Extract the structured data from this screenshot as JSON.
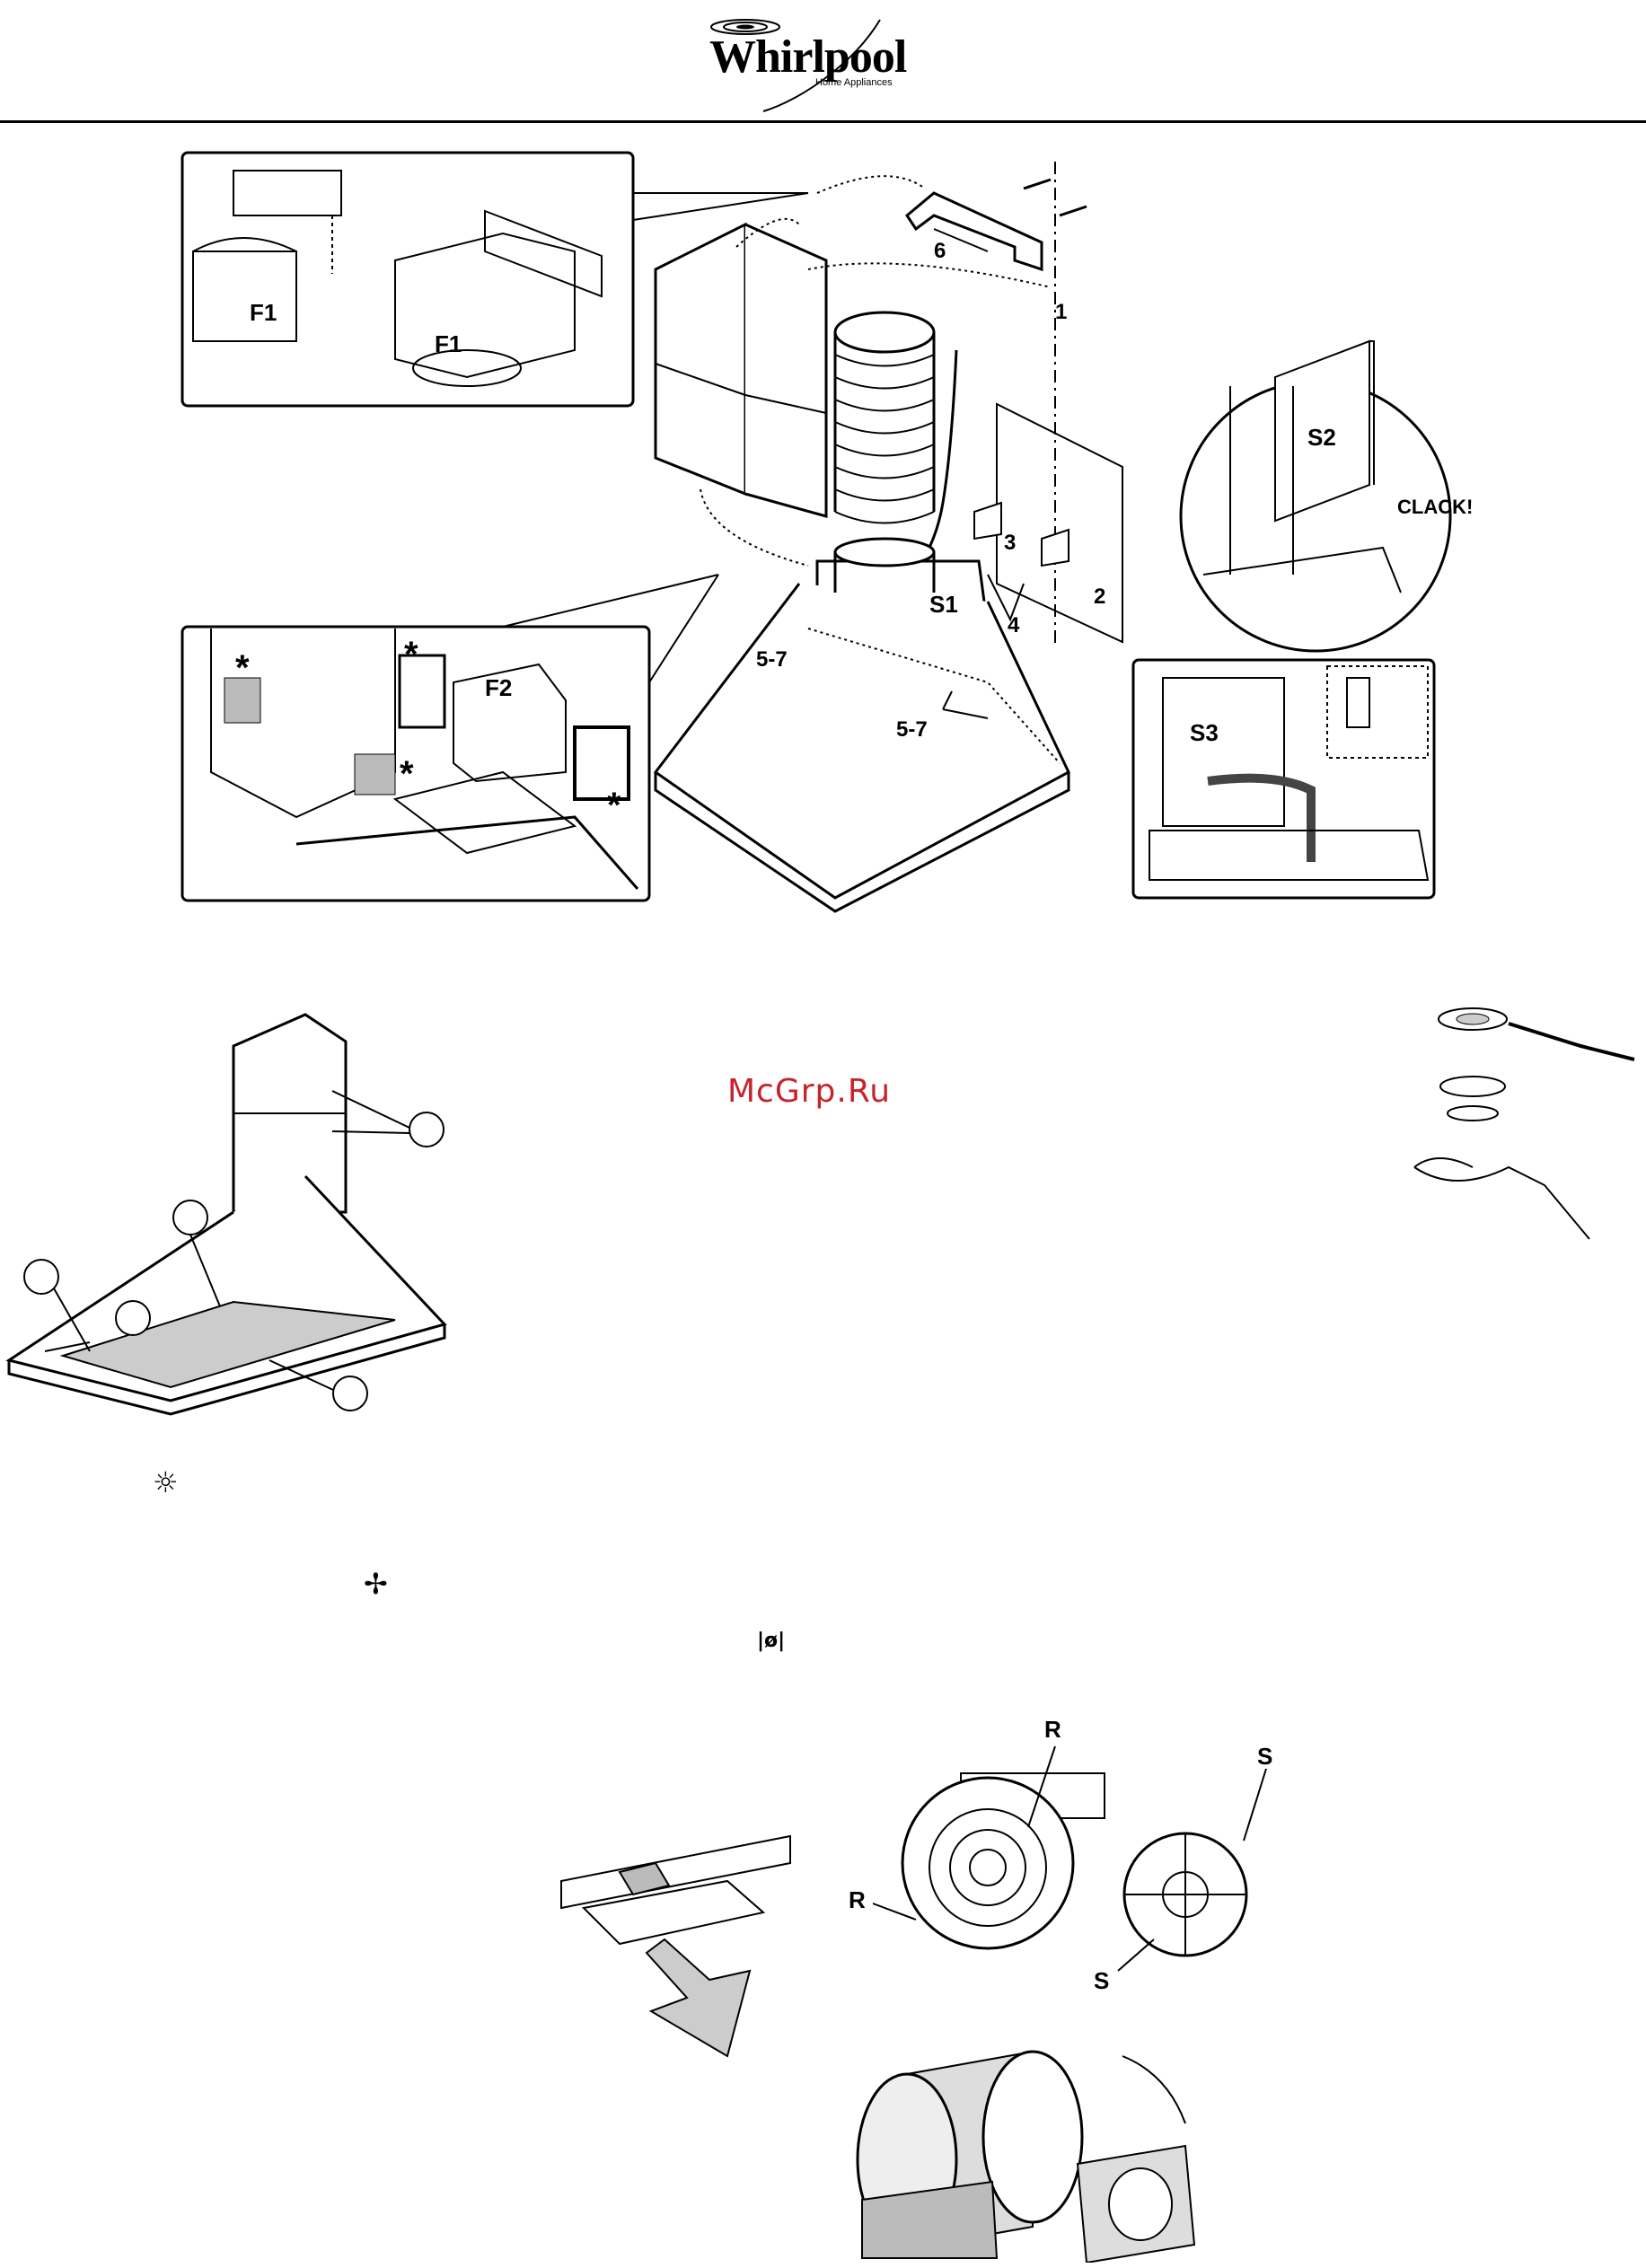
{
  "brand": {
    "name": "Whirlpool",
    "subtitle": "Home Appliances"
  },
  "watermark": "McGrp.Ru",
  "labels": {
    "f1_a": "F1",
    "f1_b": "F1",
    "step6": "6",
    "step1": "1",
    "s2": "S2",
    "clack": "CLACK!",
    "step3": "3",
    "step2": "2",
    "step4": "4",
    "s1": "S1",
    "step57_a": "5-7",
    "step57_b": "5-7",
    "f2": "F2",
    "s3": "S3",
    "r_top": "R",
    "r_left": "R",
    "s_top": "S",
    "s_bottom": "S",
    "asterisk": "*"
  },
  "symbols": {
    "light": "☼",
    "fan": "✢",
    "diameter": "|ø|"
  },
  "icons": [
    "lamp-icon",
    "fan-icon",
    "diameter-icon"
  ]
}
